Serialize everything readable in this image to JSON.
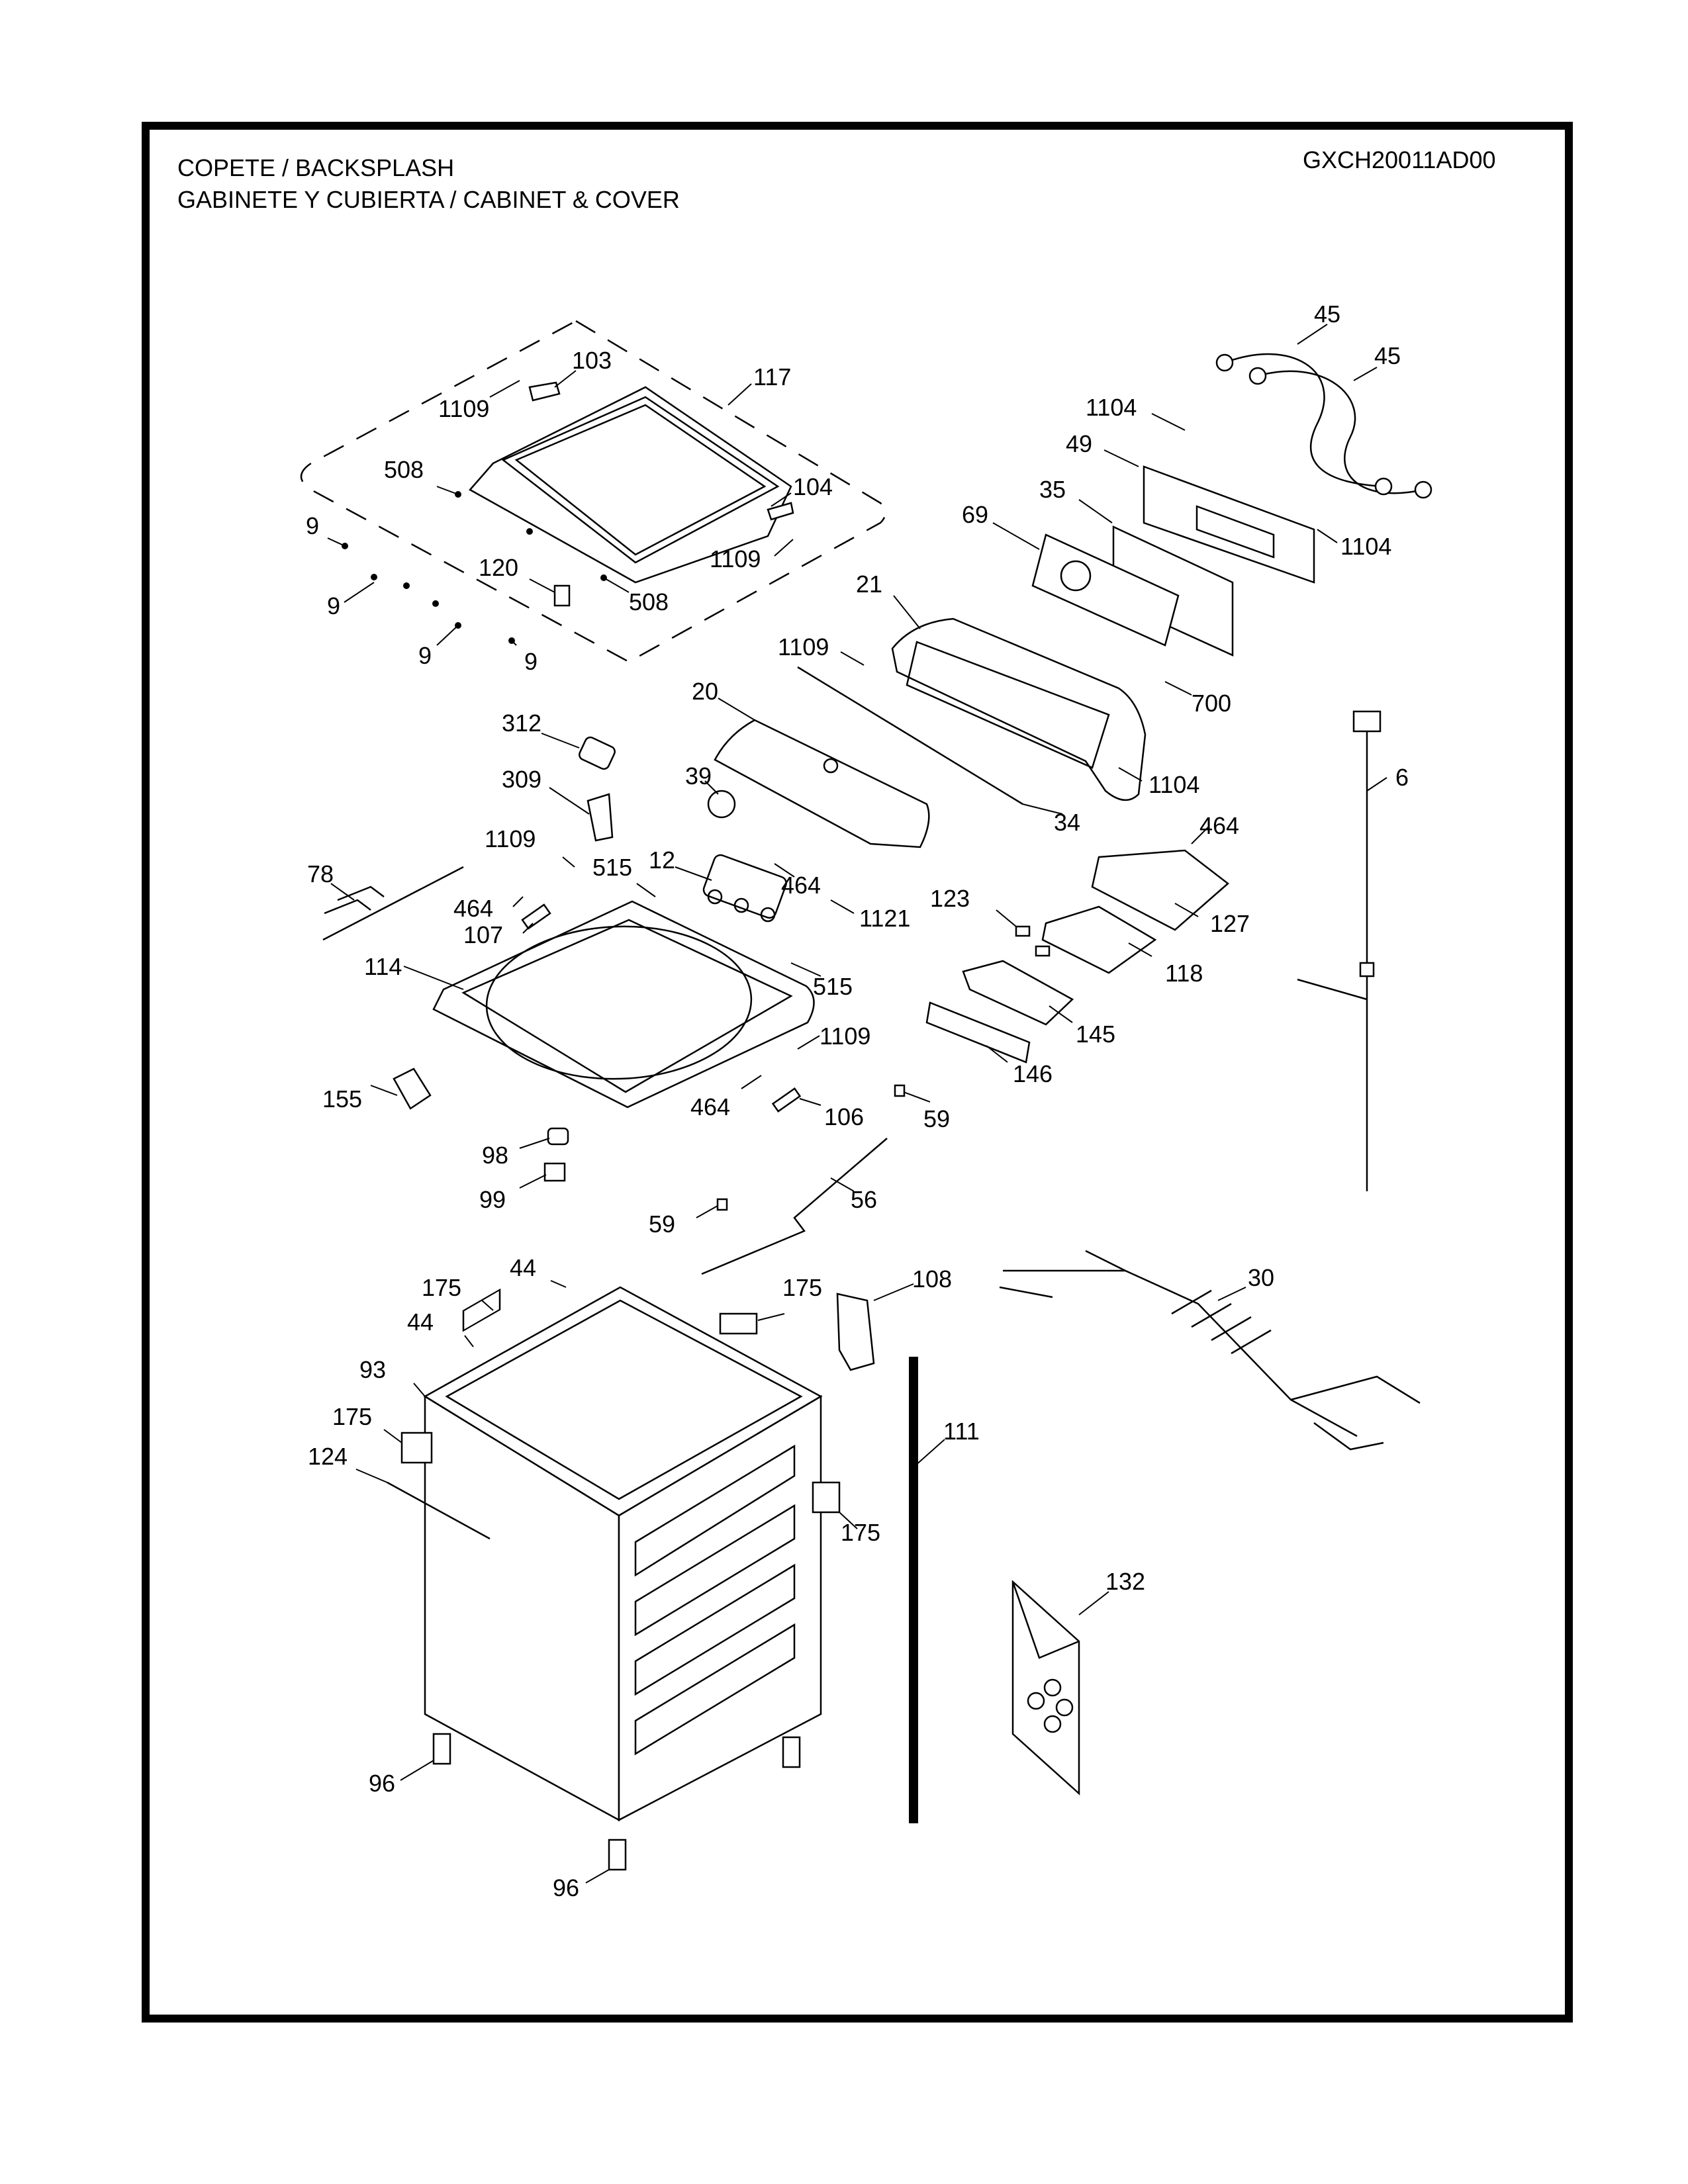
{
  "header": {
    "title_line1": "COPETE / BACKSPLASH",
    "title_line2": "GABINETE Y CUBIERTA / CABINET & COVER",
    "diagram_code": "GXCH20011AD00"
  },
  "colors": {
    "ink": "#000000",
    "background": "#ffffff"
  },
  "callouts": [
    {
      "id": "103",
      "label": "103"
    },
    {
      "id": "117",
      "label": "117"
    },
    {
      "id": "1109-a",
      "label": "1109"
    },
    {
      "id": "508-a",
      "label": "508"
    },
    {
      "id": "104",
      "label": "104"
    },
    {
      "id": "1109-b",
      "label": "1109"
    },
    {
      "id": "9-a",
      "label": "9"
    },
    {
      "id": "9-b",
      "label": "9"
    },
    {
      "id": "120",
      "label": "120"
    },
    {
      "id": "508-b",
      "label": "508"
    },
    {
      "id": "9-c",
      "label": "9"
    },
    {
      "id": "9-d",
      "label": "9"
    },
    {
      "id": "45-a",
      "label": "45"
    },
    {
      "id": "45-b",
      "label": "45"
    },
    {
      "id": "1104-a",
      "label": "1104"
    },
    {
      "id": "49",
      "label": "49"
    },
    {
      "id": "35",
      "label": "35"
    },
    {
      "id": "69",
      "label": "69"
    },
    {
      "id": "1104-b",
      "label": "1104"
    },
    {
      "id": "21",
      "label": "21"
    },
    {
      "id": "1109-c",
      "label": "1109"
    },
    {
      "id": "700",
      "label": "700"
    },
    {
      "id": "20",
      "label": "20"
    },
    {
      "id": "312",
      "label": "312"
    },
    {
      "id": "6",
      "label": "6"
    },
    {
      "id": "39",
      "label": "39"
    },
    {
      "id": "1104-c",
      "label": "1104"
    },
    {
      "id": "34",
      "label": "34"
    },
    {
      "id": "309",
      "label": "309"
    },
    {
      "id": "464-a",
      "label": "464"
    },
    {
      "id": "1109-d",
      "label": "1109"
    },
    {
      "id": "12",
      "label": "12"
    },
    {
      "id": "78",
      "label": "78"
    },
    {
      "id": "515-a",
      "label": "515"
    },
    {
      "id": "464-b",
      "label": "464"
    },
    {
      "id": "464-c",
      "label": "464"
    },
    {
      "id": "127",
      "label": "127"
    },
    {
      "id": "123",
      "label": "123"
    },
    {
      "id": "107",
      "label": "107"
    },
    {
      "id": "1121",
      "label": "1121"
    },
    {
      "id": "114",
      "label": "114"
    },
    {
      "id": "515-b",
      "label": "515"
    },
    {
      "id": "118",
      "label": "118"
    },
    {
      "id": "145",
      "label": "145"
    },
    {
      "id": "1109-e",
      "label": "1109"
    },
    {
      "id": "146",
      "label": "146"
    },
    {
      "id": "155",
      "label": "155"
    },
    {
      "id": "464-d",
      "label": "464"
    },
    {
      "id": "106",
      "label": "106"
    },
    {
      "id": "59-a",
      "label": "59"
    },
    {
      "id": "98",
      "label": "98"
    },
    {
      "id": "99",
      "label": "99"
    },
    {
      "id": "56",
      "label": "56"
    },
    {
      "id": "59-b",
      "label": "59"
    },
    {
      "id": "44-a",
      "label": "44"
    },
    {
      "id": "175-a",
      "label": "175"
    },
    {
      "id": "175-b",
      "label": "175"
    },
    {
      "id": "108",
      "label": "108"
    },
    {
      "id": "30",
      "label": "30"
    },
    {
      "id": "44-b",
      "label": "44"
    },
    {
      "id": "93",
      "label": "93"
    },
    {
      "id": "175-c",
      "label": "175"
    },
    {
      "id": "111",
      "label": "111"
    },
    {
      "id": "124",
      "label": "124"
    },
    {
      "id": "175-d",
      "label": "175"
    },
    {
      "id": "132",
      "label": "132"
    },
    {
      "id": "96-a",
      "label": "96"
    },
    {
      "id": "96-b",
      "label": "96"
    }
  ]
}
